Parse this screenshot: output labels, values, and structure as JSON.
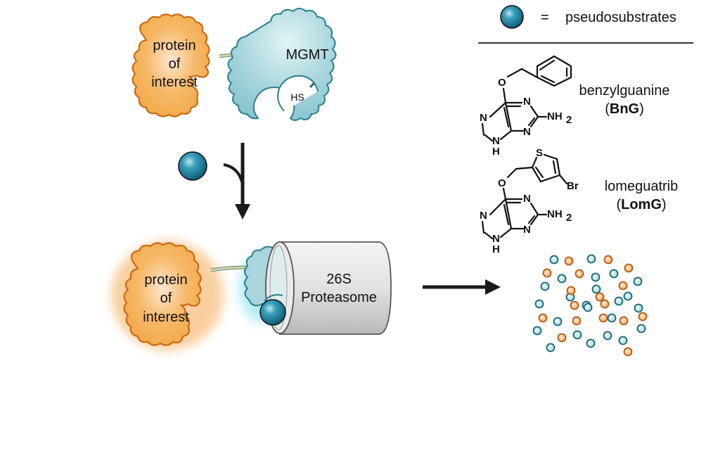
{
  "figure": {
    "top_complex": {
      "poi_label": [
        "protein",
        "of",
        "interest"
      ],
      "mgmt_label": "MGMT",
      "active_site_label": "HS"
    },
    "bottom_complex": {
      "poi_label": [
        "protein",
        "of",
        "interest"
      ],
      "proteasome_label": [
        "26S",
        "Proteasome"
      ]
    },
    "legend": {
      "equals": "=",
      "pseudosubstrates_label": "pseudosubstrates"
    },
    "compounds": [
      {
        "name": "benzylguanine",
        "abbr": "BnG"
      },
      {
        "name": "lomeguatrib",
        "abbr": "LomG"
      }
    ],
    "atoms": {
      "O": "O",
      "N": "N",
      "H": "H",
      "NH2": "NH",
      "sub2": "2",
      "S": "S",
      "Br": "Br"
    },
    "fragments": {
      "teal_count": 24,
      "orange_count": 17
    },
    "colors": {
      "poi_fill": "#f5b264",
      "poi_stroke": "#c8640f",
      "mgmt_fill": "#a8d6dc",
      "mgmt_stroke": "#2a7f8c",
      "sphere": "#1c7e99",
      "arrow": "#1a1a1a"
    }
  }
}
